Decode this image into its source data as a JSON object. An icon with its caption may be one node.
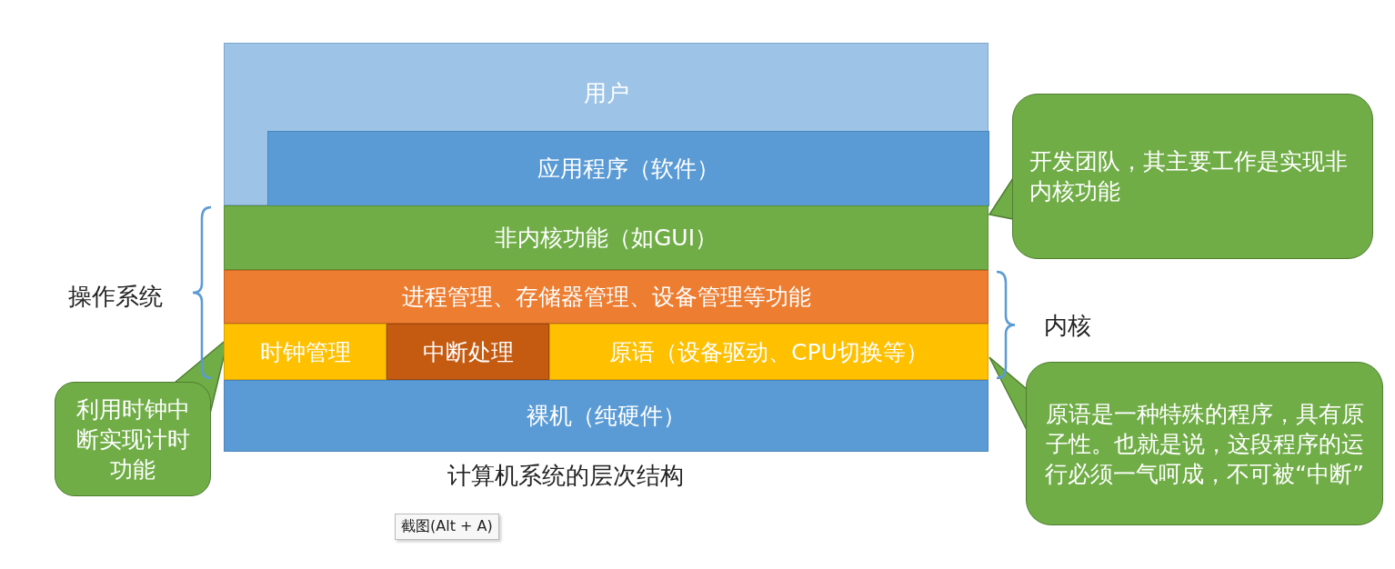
{
  "diagram": {
    "caption": "计算机系统的层次结构",
    "nodes": [
      {
        "text": [
          "用户"
        ]
      },
      {
        "text": [
          "应用程序（软件）"
        ],
        "in": 0
      },
      {
        "text": [
          "非内核功能（如GUI）"
        ]
      },
      {
        "text": [
          "进程管理、存储器管理、设备管理等功能"
        ]
      },
      {
        "text": [
          "时钟管理"
        ]
      },
      {
        "text": [
          "中断处理"
        ]
      },
      {
        "text": [
          "原语（设备驱动、CPU切换等）"
        ]
      },
      {
        "text": [
          "裸机（纯硬件）"
        ]
      },
      {
        "text": [
          "开发团队，其主要工作是实现非内核功能"
        ]
      },
      {
        "text": [
          "利用时钟中断实现计时功能"
        ]
      },
      {
        "text": [
          "原语是一种特殊的程序，具有原子性。也就是说，这段程序的运行必须一气呵成，不可被“中断”"
        ]
      }
    ],
    "edges": [
      {
        "from": 8,
        "to": 2,
        "arrow": "to"
      },
      {
        "from": 9,
        "to": 4,
        "arrow": "to"
      },
      {
        "from": 10,
        "to": 6,
        "arrow": "to"
      }
    ],
    "labels": [
      "操作系统",
      "内核",
      "截图(Alt + A)"
    ]
  }
}
